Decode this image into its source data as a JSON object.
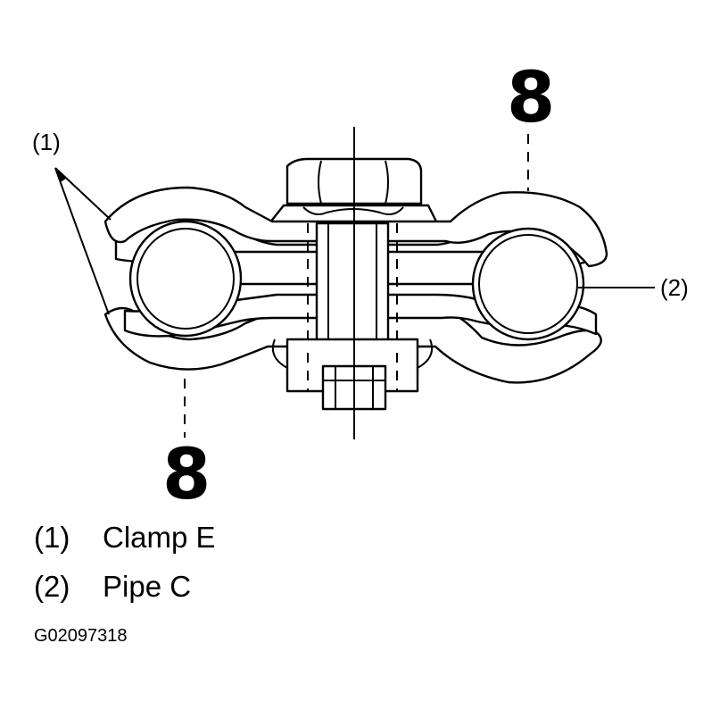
{
  "callouts": {
    "clamp": "(1)",
    "pipe": "(2)"
  },
  "marks": {
    "top": "8",
    "bottom": "8"
  },
  "legend": [
    {
      "key": "(1)",
      "label": "Clamp E"
    },
    {
      "key": "(2)",
      "label": "Pipe C"
    }
  ],
  "figure_id": "G02097318"
}
